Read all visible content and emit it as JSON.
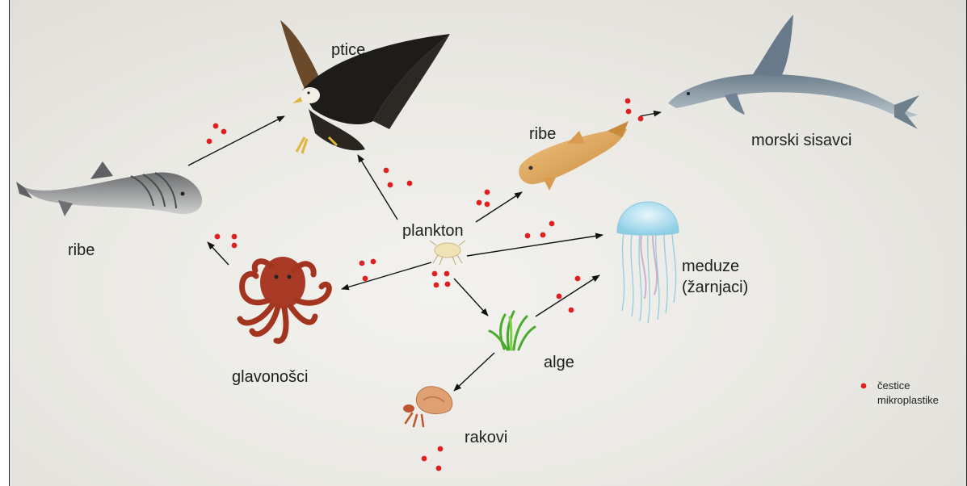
{
  "labels": {
    "birds": "ptice",
    "fish_left": "ribe",
    "fish_center": "ribe",
    "marine_mammals": "morski sisavci",
    "plankton": "plankton",
    "jellyfish_line1": "meduze",
    "jellyfish_line2": "(žarnjaci)",
    "cephalopods": "glavonošci",
    "algae": "alge",
    "crustaceans": "rakovi"
  },
  "legend": {
    "line1": "čestice",
    "line2": "mikroplastike"
  },
  "colors": {
    "microplastic": "#e02020",
    "arrow": "#111111",
    "background": "#ebeae5"
  },
  "icons": [
    "eagle-icon",
    "shark-icon",
    "dolphin-icon",
    "fish-icon",
    "jellyfish-icon",
    "octopus-icon",
    "plankton-icon",
    "algae-icon",
    "hermit-crab-icon"
  ]
}
